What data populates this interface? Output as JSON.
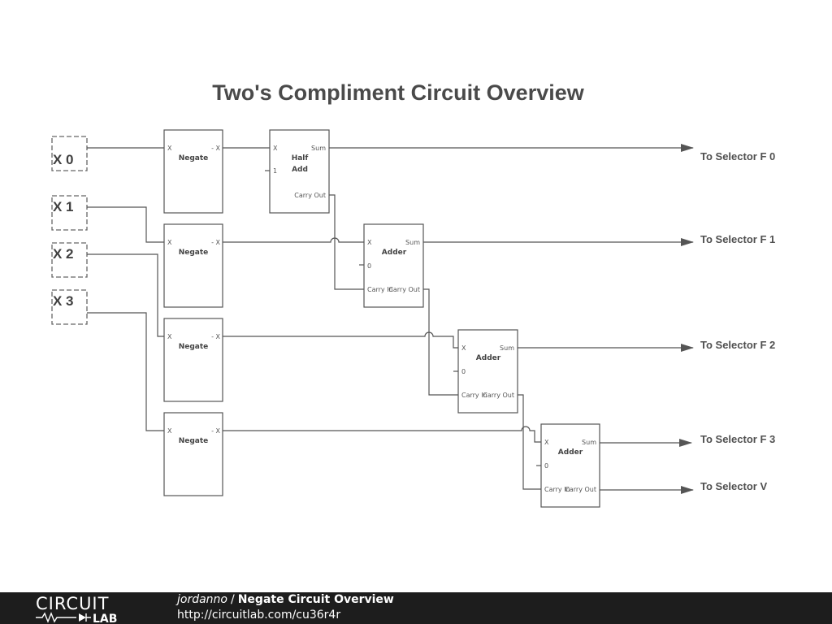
{
  "title": "Two's Compliment Circuit Overview",
  "inputs": [
    "X 0",
    "X 1",
    "X 2",
    "X 3"
  ],
  "negate_blocks": [
    {
      "name": "Negate",
      "in_port": "X",
      "out_port": "- X"
    },
    {
      "name": "Negate",
      "in_port": "X",
      "out_port": "- X"
    },
    {
      "name": "Negate",
      "in_port": "X",
      "out_port": "- X"
    },
    {
      "name": "Negate",
      "in_port": "X",
      "out_port": "- X"
    }
  ],
  "half_adder": {
    "name_line1": "Half",
    "name_line2": "Add",
    "port_x": "X",
    "port_sum": "Sum",
    "port_const": "1",
    "port_carry_out": "Carry Out"
  },
  "adders": [
    {
      "name": "Adder",
      "port_x": "X",
      "port_sum": "Sum",
      "port_const": "0",
      "port_carry_in": "Carry In",
      "port_carry_out": "Carry Out"
    },
    {
      "name": "Adder",
      "port_x": "X",
      "port_sum": "Sum",
      "port_const": "0",
      "port_carry_in": "Carry In",
      "port_carry_out": "Carry Out"
    },
    {
      "name": "Adder",
      "port_x": "X",
      "port_sum": "Sum",
      "port_const": "0",
      "port_carry_in": "Carry In",
      "port_carry_out": "Carry Out"
    }
  ],
  "outputs": [
    "To Selector F 0",
    "To Selector F 1",
    "To Selector F 2",
    "To Selector F 3",
    "To Selector V"
  ],
  "footer": {
    "logo_top": "CIRCUIT",
    "logo_bottom": "LAB",
    "author": "jordanno",
    "separator": "/",
    "circuit_title": "Negate Circuit Overview",
    "url": "http://circuitlab.com/cu36r4r"
  },
  "colors": {
    "line": "#555555",
    "footer_bg": "#1d1d1d",
    "text": "#4a4a4a"
  }
}
